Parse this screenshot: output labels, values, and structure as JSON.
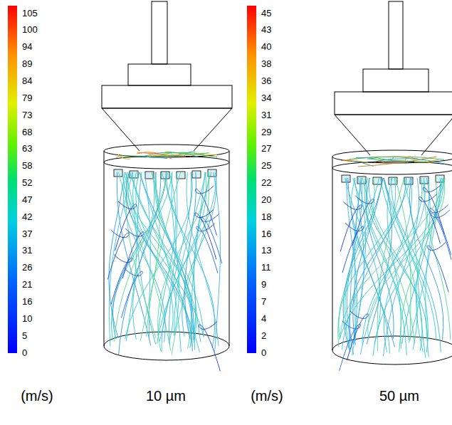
{
  "diagram": {
    "labels": [
      "105",
      "100",
      "94",
      "89",
      "84",
      "79",
      "73",
      "68",
      "63",
      "58",
      "52",
      "47",
      "42",
      "37",
      "31",
      "26",
      "21",
      "16",
      "10",
      "5",
      "0",
      "45",
      "43",
      "40",
      "38",
      "36",
      "34",
      "31",
      "29",
      "27",
      "25",
      "22",
      "20",
      "18",
      "16",
      "13",
      "11",
      "9",
      "7",
      "4",
      "2",
      "0",
      "(m/s)",
      "10 µm",
      "(m/s)",
      "50 µm"
    ]
  }
}
